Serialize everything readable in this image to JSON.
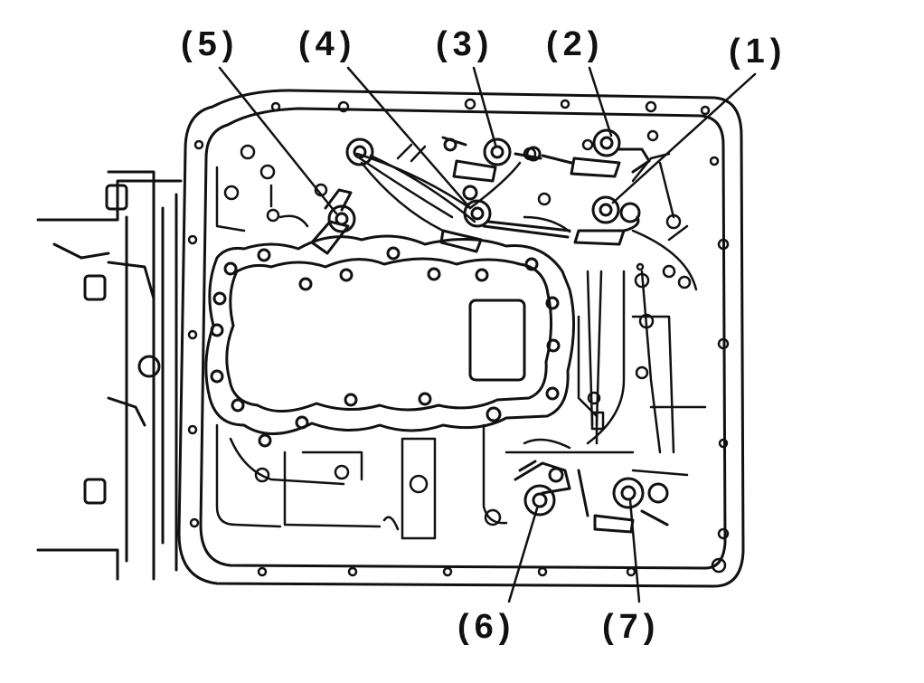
{
  "callouts": {
    "c1": "(1)",
    "c2": "(2)",
    "c3": "(3)",
    "c4": "(4)",
    "c5": "(5)",
    "c6": "(6)",
    "c7": "(7)"
  },
  "colors": {
    "ink": "#111111",
    "paper": "#ffffff"
  }
}
